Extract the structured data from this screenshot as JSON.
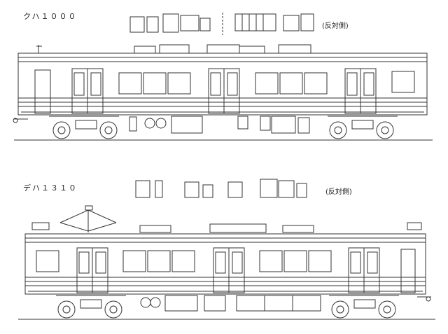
{
  "cars": [
    {
      "name": "クハ１０００",
      "side_note": "(反対側)"
    },
    {
      "name": "デハ１３１０",
      "side_note": "(反対側)"
    }
  ],
  "colors": {
    "line": "#333333",
    "paper": "#ffffff"
  }
}
